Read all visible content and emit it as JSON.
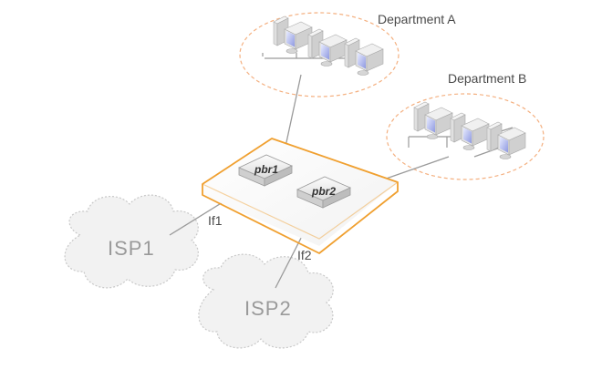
{
  "departments": [
    {
      "name": "Department A"
    },
    {
      "name": "Department B"
    }
  ],
  "routers": [
    {
      "name": "pbr1"
    },
    {
      "name": "pbr2"
    }
  ],
  "interfaces": [
    {
      "name": "If1"
    },
    {
      "name": "If2"
    }
  ],
  "isps": [
    {
      "name": "ISP1"
    },
    {
      "name": "ISP2"
    }
  ],
  "colors": {
    "platform_border": "#f0a030",
    "department_outline": "#f4b080",
    "line": "#9a9a9a",
    "cloud_fill": "#f2f2f2",
    "cloud_stroke": "#c8c8c8"
  }
}
